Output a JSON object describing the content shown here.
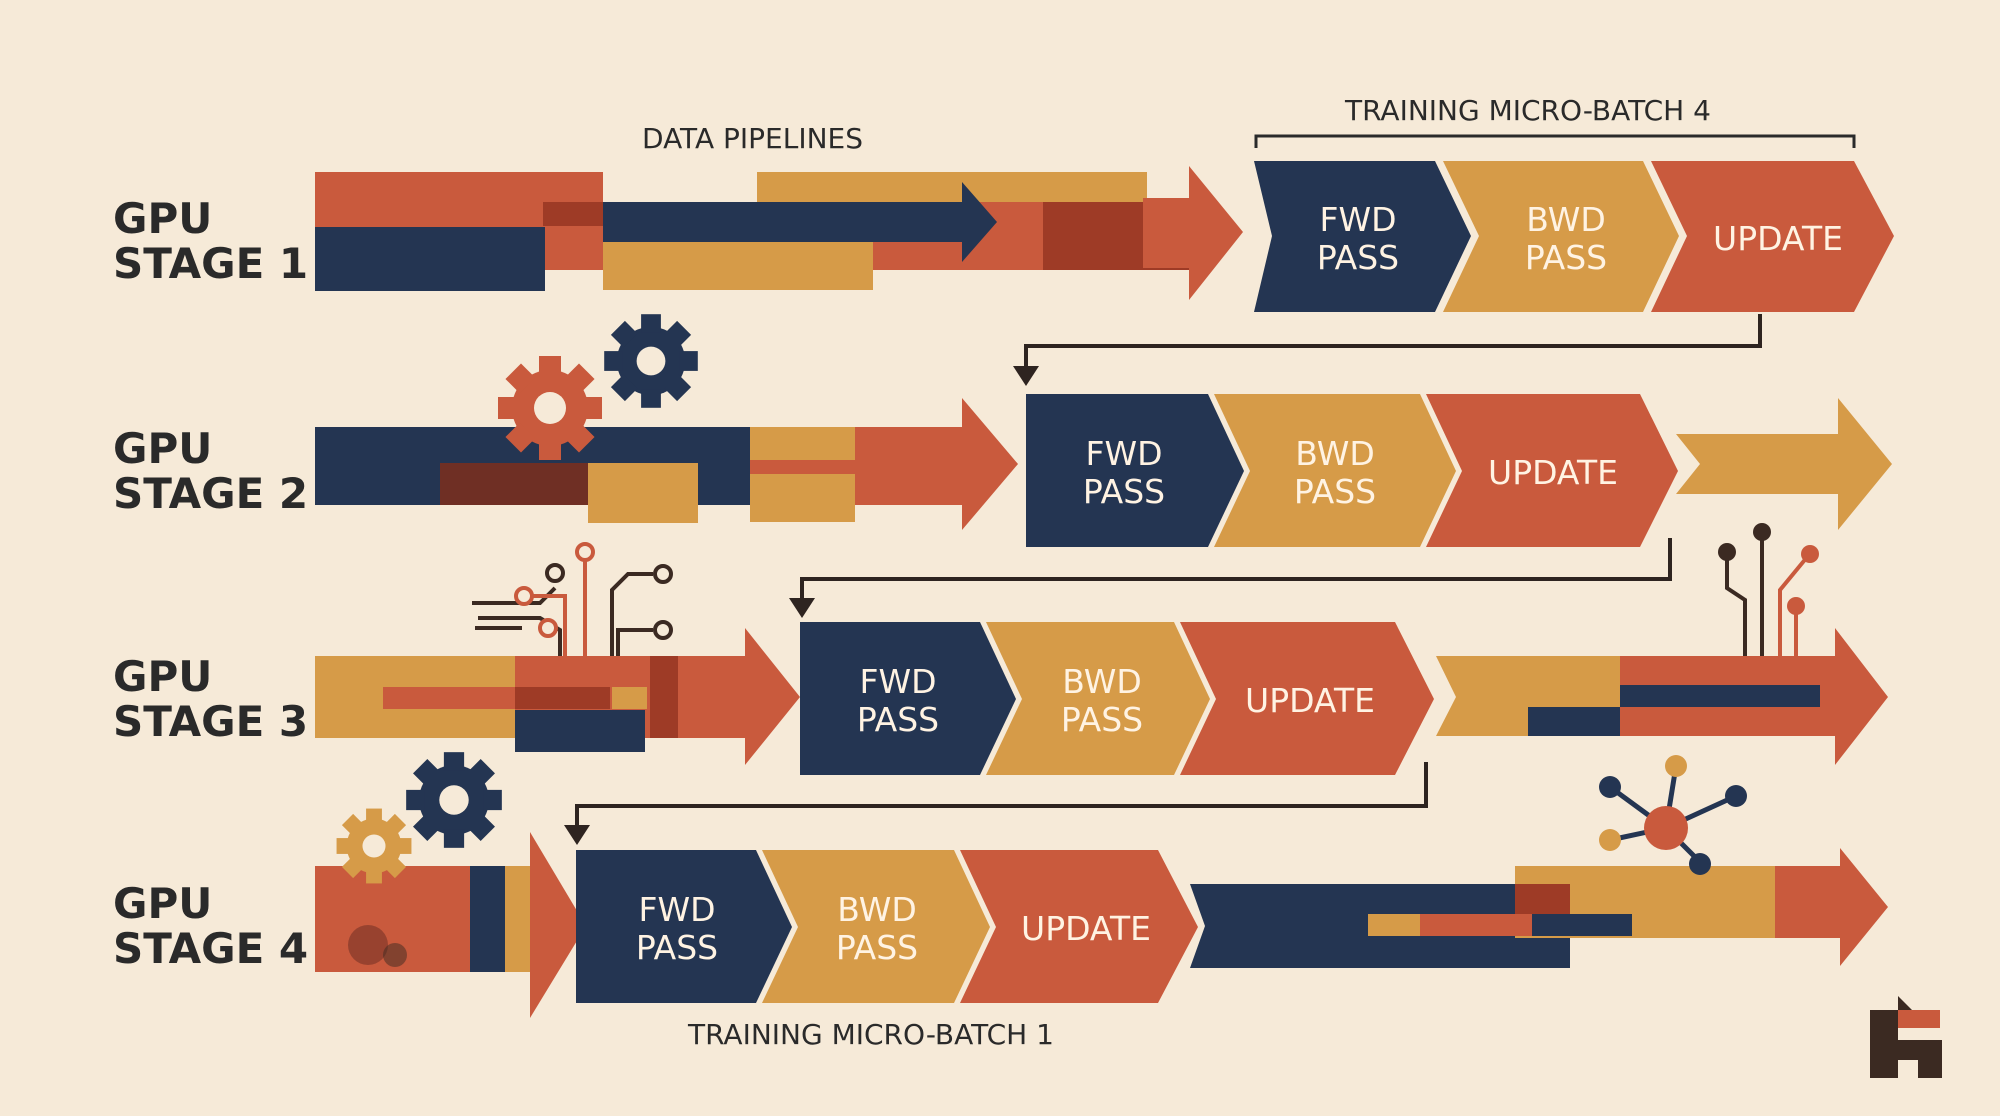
{
  "colors": {
    "background": "#f6ead8",
    "navy": "#243552",
    "mustard": "#d69b48",
    "rust": "#c95a3d",
    "dark_rust": "#9e3b26",
    "brown": "#3b2a22",
    "text": "#2a2a2a",
    "segment_text": "#fff3e3"
  },
  "annotations": {
    "data_pipelines": "DATA PIPELINES",
    "top_batch": "TRAINING MICRO-BATCH 4",
    "bottom_batch": "TRAINING MICRO-BATCH 1"
  },
  "stages": [
    {
      "line1": "GPU",
      "line2": "STAGE 1",
      "segments": [
        {
          "line1": "FWD",
          "line2": "PASS"
        },
        {
          "line1": "BWD",
          "line2": "PASS"
        },
        {
          "line1": "UPDATE",
          "line2": ""
        }
      ]
    },
    {
      "line1": "GPU",
      "line2": "STAGE 2",
      "segments": [
        {
          "line1": "FWD",
          "line2": "PASS"
        },
        {
          "line1": "BWD",
          "line2": "PASS"
        },
        {
          "line1": "UPDATE",
          "line2": ""
        }
      ]
    },
    {
      "line1": "GPU",
      "line2": "STAGE 3",
      "segments": [
        {
          "line1": "FWD",
          "line2": "PASS"
        },
        {
          "line1": "BWD",
          "line2": "PASS"
        },
        {
          "line1": "UPDATE",
          "line2": ""
        }
      ]
    },
    {
      "line1": "GPU",
      "line2": "STAGE 4",
      "segments": [
        {
          "line1": "FWD",
          "line2": "PASS"
        },
        {
          "line1": "BWD",
          "line2": "PASS"
        },
        {
          "line1": "UPDATE",
          "line2": ""
        }
      ]
    }
  ],
  "icons": [
    "gear-icon",
    "circuit-icon",
    "network-node-icon",
    "logo-icon"
  ]
}
